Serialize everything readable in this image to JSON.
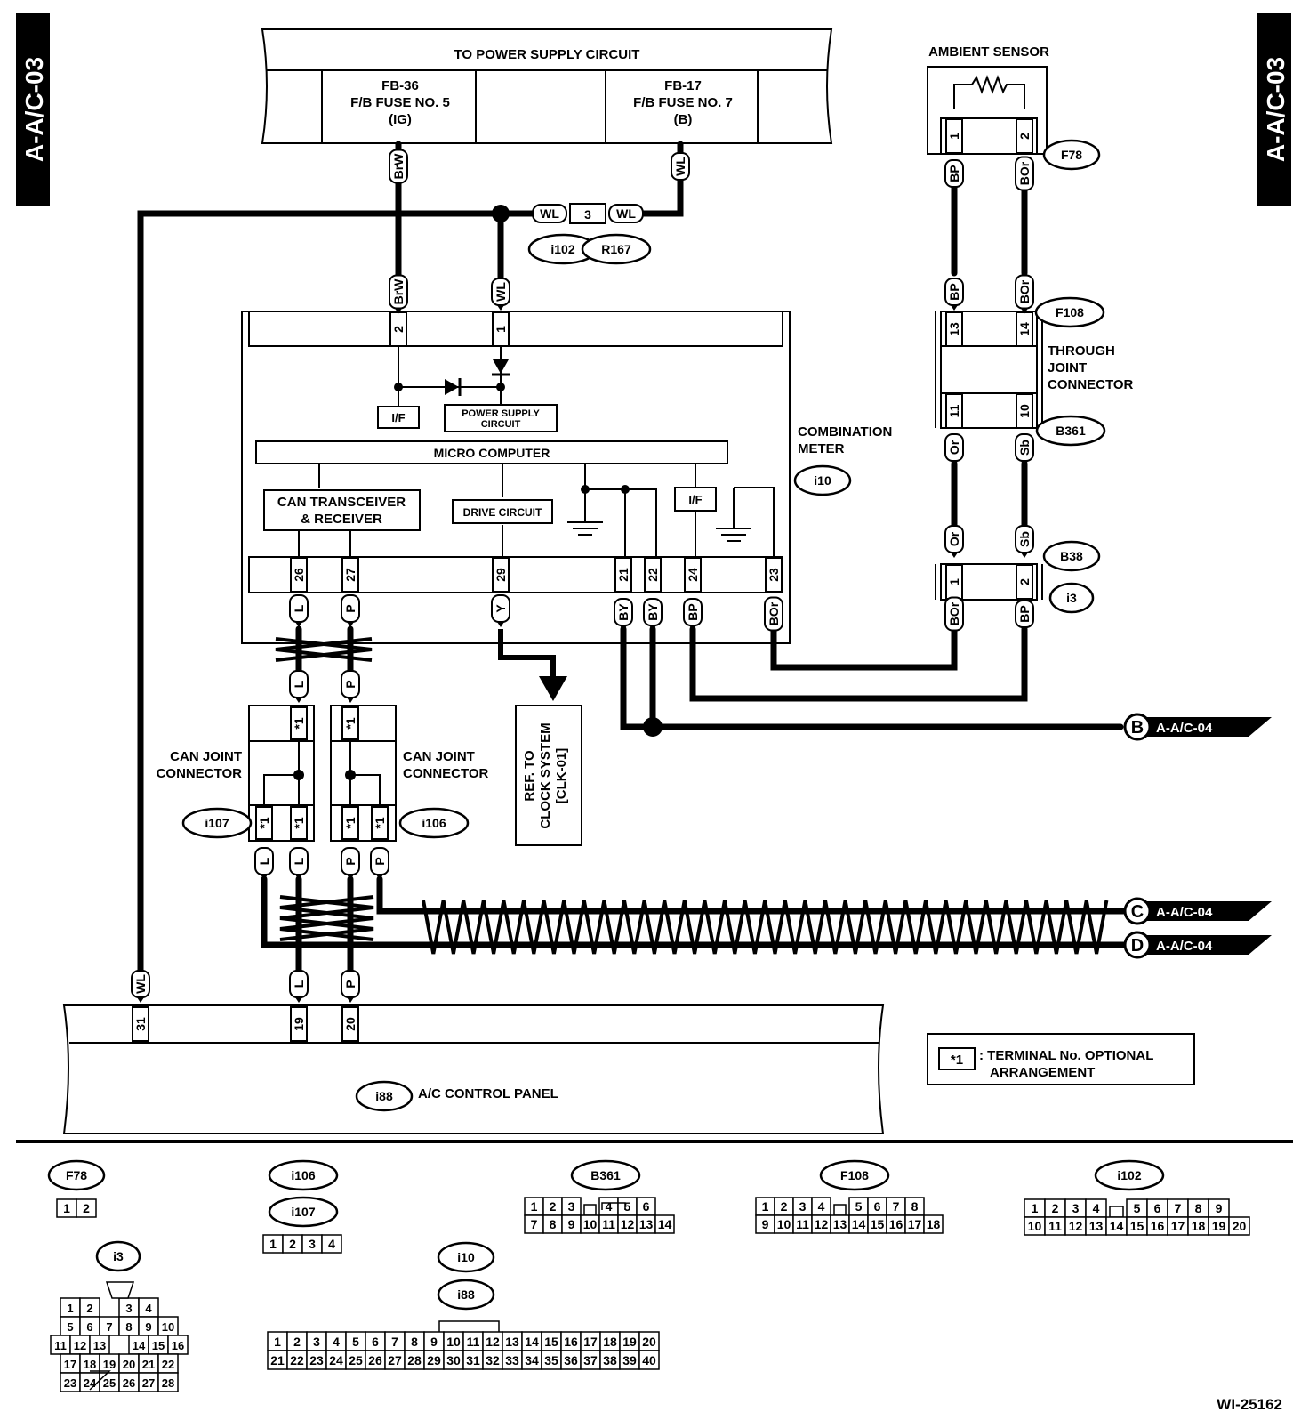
{
  "page_tags": {
    "left": "A-A/C-03",
    "right": "A-A/C-03"
  },
  "power_supply": {
    "title": "TO POWER SUPPLY CIRCUIT",
    "fuse1": {
      "id": "FB-36",
      "name": "F/B FUSE NO. 5",
      "sub": "(IG)"
    },
    "fuse2": {
      "id": "FB-17",
      "name": "F/B FUSE NO. 7",
      "sub": "(B)"
    }
  },
  "ambient_sensor": {
    "title": "AMBIENT SENSOR"
  },
  "through_joint": {
    "l1": "THROUGH",
    "l2": "JOINT",
    "l3": "CONNECTOR"
  },
  "combination_meter": {
    "l1": "COMBINATION",
    "l2": "METER",
    "id": "i10"
  },
  "meter_internal": {
    "if1": "I/F",
    "if2": "I/F",
    "psc1": "POWER SUPPLY",
    "psc2": "CIRCUIT",
    "micro": "MICRO COMPUTER",
    "can1": "CAN TRANSCEIVER",
    "can2": "& RECEIVER",
    "drive": "DRIVE CIRCUIT"
  },
  "connectors": {
    "F78": "F78",
    "F108": "F108",
    "B361": "B361",
    "B38": "B38",
    "i3": "i3",
    "i102": "i102",
    "R167": "R167",
    "i107": "i107",
    "i106": "i106",
    "i88": "i88"
  },
  "wires": {
    "BrW": "BrW",
    "WL": "WL",
    "BP": "BP",
    "BOr": "BOr",
    "Or": "Or",
    "Sb": "Sb",
    "L": "L",
    "P": "P",
    "Y": "Y",
    "BY": "BY",
    "star1": "*1"
  },
  "pins": {
    "p1": "1",
    "p2": "2",
    "p3": "3",
    "p10": "10",
    "p11": "11",
    "p13": "13",
    "p14": "14",
    "p19": "19",
    "p20": "20",
    "p21": "21",
    "p22": "22",
    "p23": "23",
    "p24": "24",
    "p26": "26",
    "p27": "27",
    "p29": "29",
    "p31": "31"
  },
  "can_joint": {
    "l1": "CAN JOINT",
    "l2": "CONNECTOR"
  },
  "clock_ref": {
    "l1": "REF. TO",
    "l2": "CLOCK SYSTEM",
    "l3": "[CLK-01]"
  },
  "offpage": {
    "B": "B",
    "C": "C",
    "D": "D",
    "ref": "A-A/C-04"
  },
  "ac_panel": {
    "title": "A/C CONTROL PANEL"
  },
  "legend": {
    "mark": "*1",
    "l1": ": TERMINAL No. OPTIONAL",
    "l2": "ARRANGEMENT"
  },
  "connector_views": {
    "F78": {
      "rows": [
        [
          "1",
          "2"
        ]
      ]
    },
    "i106_i107": {
      "rows": [
        [
          "1",
          "2",
          "3",
          "4"
        ]
      ]
    },
    "B361": {
      "rows": [
        [
          "1",
          "2",
          "3",
          "",
          "4",
          "5",
          "6"
        ],
        [
          "7",
          "8",
          "9",
          "10",
          "11",
          "12",
          "13",
          "14"
        ]
      ]
    },
    "F108": {
      "rows": [
        [
          "1",
          "2",
          "3",
          "4",
          "",
          "5",
          "6",
          "7",
          "8"
        ],
        [
          "9",
          "10",
          "11",
          "12",
          "13",
          "14",
          "15",
          "16",
          "17",
          "18"
        ]
      ]
    },
    "i102": {
      "rows": [
        [
          "1",
          "2",
          "3",
          "4",
          "",
          "5",
          "6",
          "7",
          "8",
          "9"
        ],
        [
          "10",
          "11",
          "12",
          "13",
          "14",
          "15",
          "16",
          "17",
          "18",
          "19",
          "20"
        ]
      ]
    },
    "i3": {
      "rows": [
        [
          "1",
          "2",
          "",
          "3",
          "4"
        ],
        [
          "5",
          "6",
          "7",
          "8",
          "9",
          "10"
        ],
        [
          "11",
          "12",
          "13",
          "",
          "14",
          "15",
          "16"
        ],
        [
          "17",
          "18",
          "19",
          "20",
          "21",
          "22"
        ],
        [
          "23",
          "24",
          "25",
          "26",
          "27",
          "28"
        ]
      ]
    },
    "i10_i88": {
      "rows": [
        [
          "1",
          "2",
          "3",
          "4",
          "5",
          "6",
          "7",
          "8",
          "9",
          "10",
          "11",
          "12",
          "13",
          "14",
          "15",
          "16",
          "17",
          "18",
          "19",
          "20"
        ],
        [
          "21",
          "22",
          "23",
          "24",
          "25",
          "26",
          "27",
          "28",
          "29",
          "30",
          "31",
          "32",
          "33",
          "34",
          "35",
          "36",
          "37",
          "38",
          "39",
          "40"
        ]
      ]
    }
  },
  "figure_id": "WI-25162"
}
